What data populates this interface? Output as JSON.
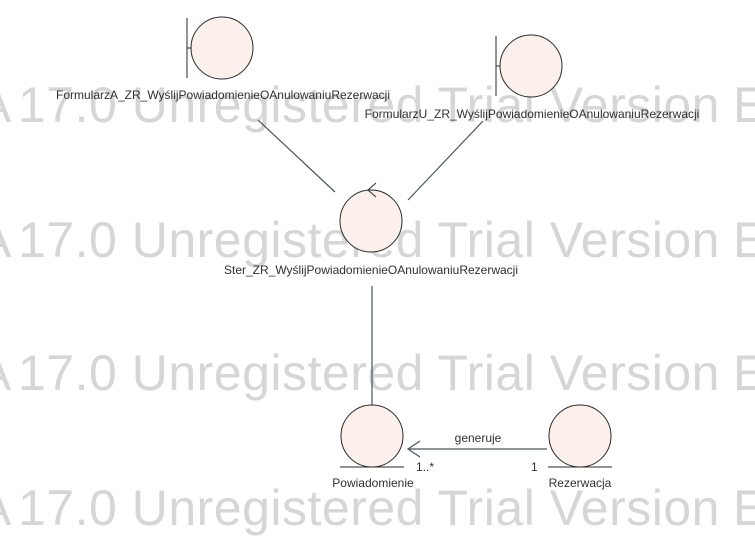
{
  "watermark": {
    "text": "17.0 Unregistered Trial Version",
    "prefix": "A",
    "suffix": "E"
  },
  "elements": {
    "boundary_a": {
      "label": "FormularzA_ZR_WyślijPowiadomienieOAnulowaniuRezerwacji",
      "type": "boundary"
    },
    "boundary_u": {
      "label": "FormularzU_ZR_WyślijPowiadomienieOAnulowaniuRezerwacji",
      "type": "boundary"
    },
    "control": {
      "label": "Ster_ZR_WyślijPowiadomienieOAnulowaniuRezerwacji",
      "type": "control"
    },
    "entity_powiadomienie": {
      "label": "Powiadomienie",
      "type": "entity"
    },
    "entity_rezerwacja": {
      "label": "Rezerwacja",
      "type": "entity"
    }
  },
  "connections": {
    "generuje": {
      "label": "generuje",
      "source_multiplicity": "1",
      "target_multiplicity": "1..*"
    }
  },
  "colors": {
    "shape_fill": "#fbf0eb",
    "shape_stroke": "#2a2a2a",
    "connector": "#4a5560",
    "watermark": "#d6d6d6"
  }
}
